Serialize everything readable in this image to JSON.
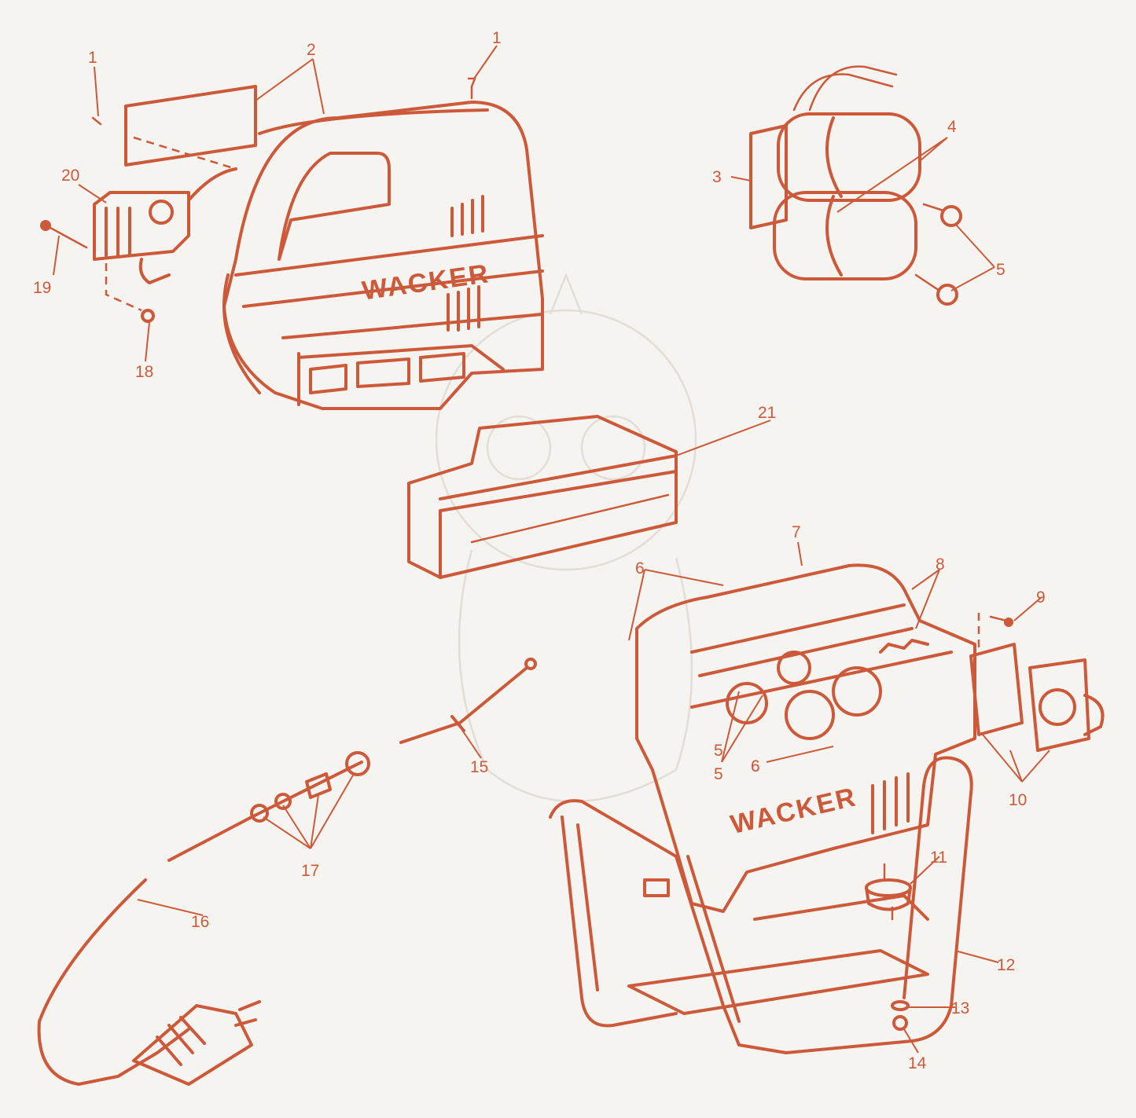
{
  "diagram": {
    "accent_color": "#cc5a3a",
    "background_color": "#f6f4f0",
    "brand_marks": [
      "WACKER",
      "WACKER"
    ],
    "callouts": [
      "1",
      "2",
      "1",
      "3",
      "4",
      "5",
      "20",
      "19",
      "18",
      "21",
      "7",
      "6",
      "8",
      "9",
      "6",
      "5",
      "6",
      "5",
      "10",
      "15",
      "17",
      "11",
      "16",
      "12",
      "13",
      "14"
    ]
  }
}
